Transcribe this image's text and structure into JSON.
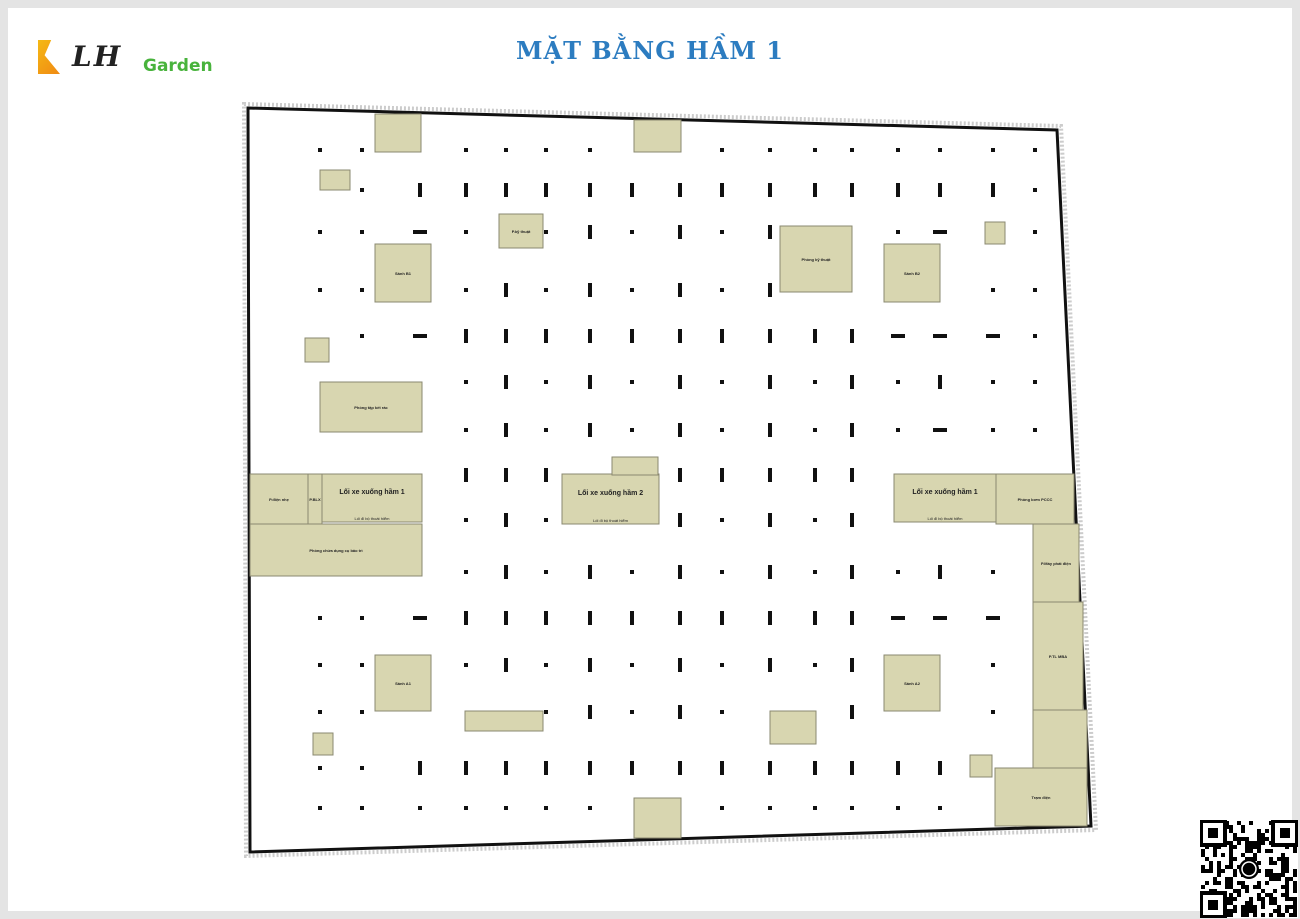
{
  "logo": {
    "text": "LH",
    "brand": "Garden"
  },
  "title": "MẶT BẰNG HẦM 1",
  "rooms": {
    "ramp_left": "Lối xe xuống hầm 1",
    "ramp_center": "Lối xe xuống hầm 2",
    "ramp_right": "Lối xe xuống hầm 1",
    "ramp_left_sub": "Lối đi bộ thoát hiểm",
    "ramp_center_sub": "Lối đi bộ thoát hiểm",
    "ramp_right_sub": "Lối đi bộ thoát hiểm",
    "electric_room": "P.điện nhẹ",
    "small_room": "P.BLX",
    "storage": "Phòng chứa dụng cụ bảo trì",
    "pump_room": "Phòng bơm PCCC",
    "generator": "P.Máy phát điện",
    "transformer": "P.TL MBA",
    "substation": "Trạm điện",
    "trash_room": "Phòng tập kết rác",
    "lobby_b1": "Sảnh B1",
    "lobby_b2": "Sảnh B2",
    "lobby_a1": "Sảnh A1",
    "lobby_a2": "Sảnh A2",
    "tech_room": "Phòng kỹ thuật",
    "tank": "P.kỹ thuật"
  },
  "colors": {
    "room": "#d8d6b0",
    "wall": "#111111",
    "title": "#2c7cc0"
  }
}
